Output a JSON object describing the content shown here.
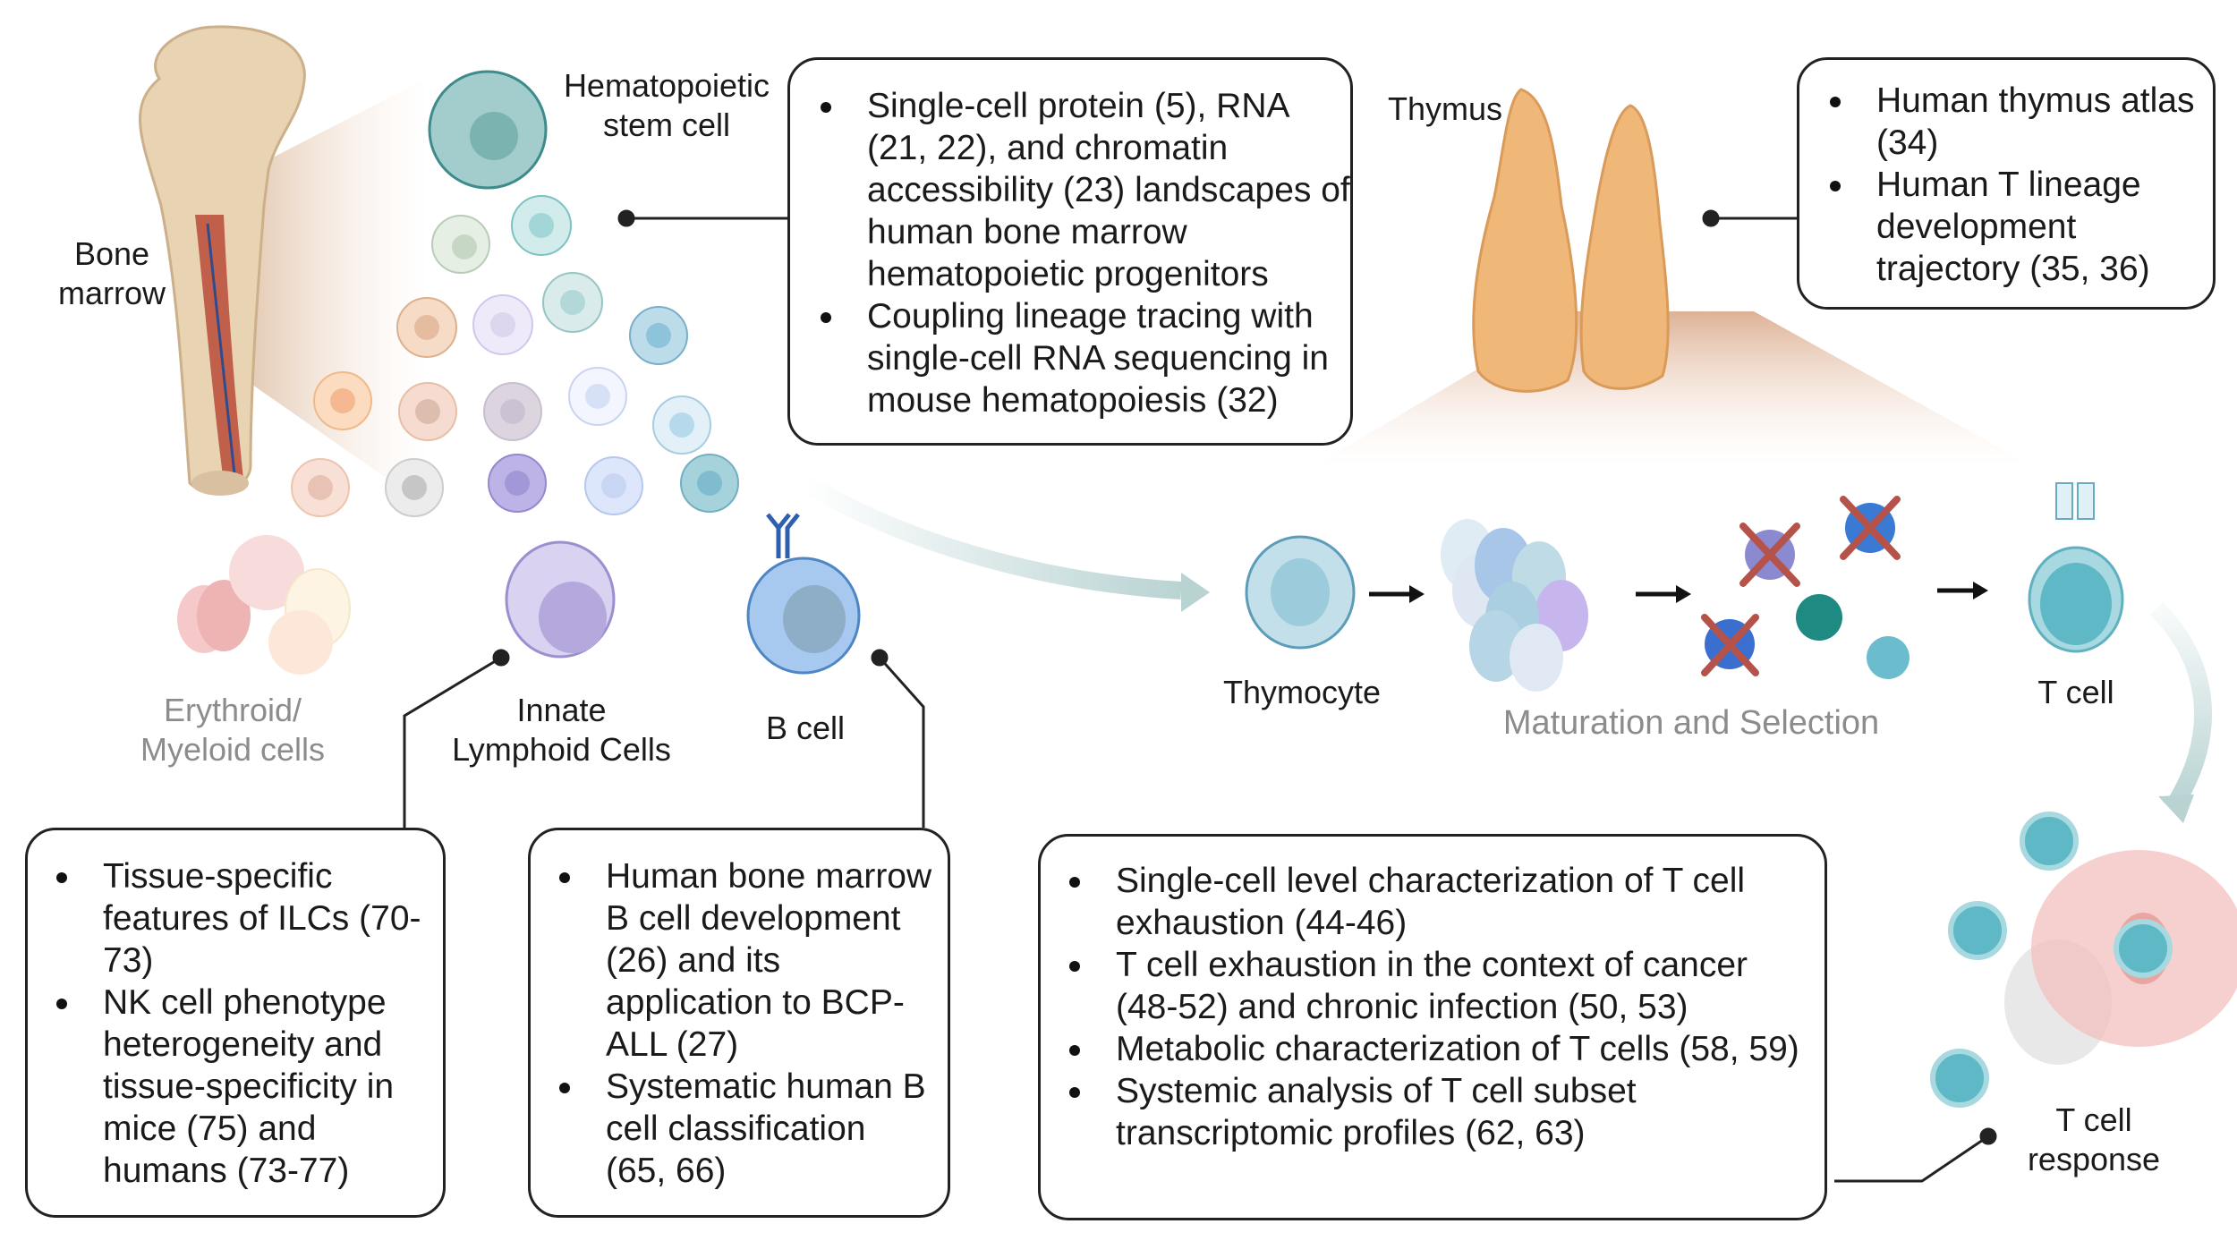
{
  "labels": {
    "bone_marrow": "Bone\nmarrow",
    "hsc": "Hematopoietic\nstem cell",
    "thymus": "Thymus",
    "erythroid_myeloid": "Erythroid/\nMyeloid cells",
    "ilc": "Innate\nLymphoid Cells",
    "b_cell": "B cell",
    "thymocyte": "Thymocyte",
    "maturation": "Maturation and Selection",
    "t_cell": "T cell",
    "t_cell_response": "T cell\nresponse"
  },
  "boxes": {
    "hsc": {
      "items": [
        "Single-cell protein (5), RNA (21, 22), and chromatin accessibility (23) landscapes of human bone marrow hematopoietic progenitors",
        "Coupling lineage tracing with single-cell RNA sequencing in mouse hematopoiesis (32)"
      ]
    },
    "thymus": {
      "items": [
        "Human thymus atlas (34)",
        "Human T lineage development trajectory (35, 36)"
      ]
    },
    "ilc": {
      "items": [
        "Tissue-specific features of ILCs (70-73)",
        "NK cell phenotype heterogeneity and tissue-specificity in mice (75) and humans (73-77)"
      ]
    },
    "b_cell": {
      "items": [
        "Human bone marrow B cell development (26) and its application to BCP-ALL (27)",
        "Systematic human B cell classification (65, 66)"
      ]
    },
    "t_cell": {
      "items": [
        "Single-cell level characterization of T cell exhaustion  (44-46)",
        "T cell exhaustion in the context of cancer (48-52) and chronic infection (50, 53)",
        "Metabolic characterization of T cells (58, 59)",
        "Systemic analysis of T cell subset transcriptomic profiles (62, 63)"
      ]
    }
  },
  "colors": {
    "bone": "#e8d3b3",
    "marrow": "#c0604a",
    "thymus": "#f0b878",
    "hsc": "#a3cccc",
    "ilc": "#cbc3e6",
    "b_cell": "#9cc2ea",
    "t_cell": "#5fb8c6",
    "reject_x": "#b5534a",
    "tumor": "#f3c0bd",
    "arrow_flow": "#b9d3d3"
  }
}
